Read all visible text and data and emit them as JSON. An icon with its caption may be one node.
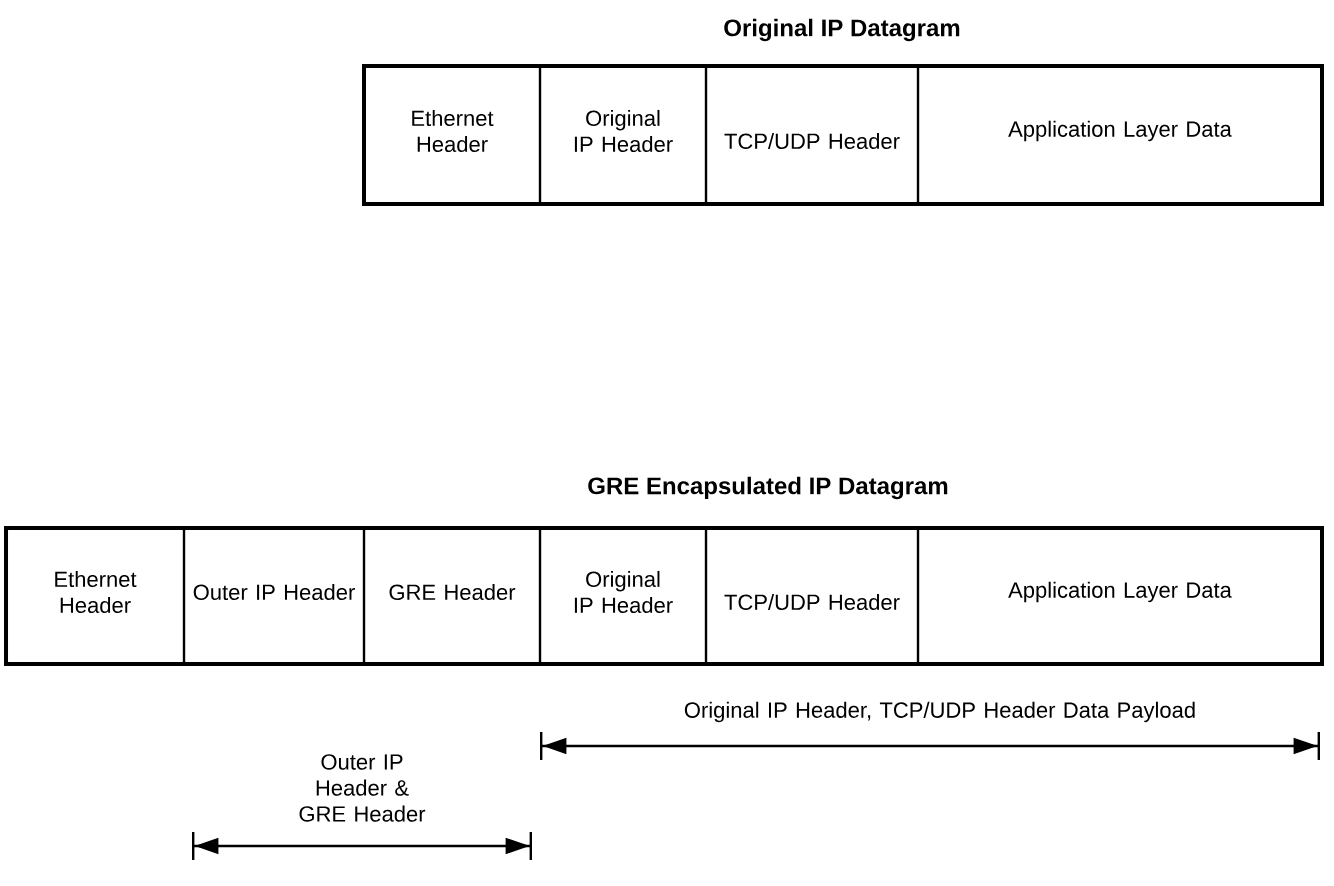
{
  "diagram": {
    "nodes": [
      {
        "text": [
          "Original IP Datagram"
        ]
      },
      {
        "text": [
          "Ethernet Header"
        ],
        "in": 0
      },
      {
        "text": [
          "Original IP Header"
        ],
        "in": 0
      },
      {
        "text": [
          "TCP/UDP Header"
        ],
        "in": 0
      },
      {
        "text": [
          "Application Layer Data"
        ],
        "in": 0
      },
      {
        "text": [
          "GRE Encapsulated IP Datagram"
        ]
      },
      {
        "text": [
          "Ethernet Header"
        ],
        "in": 5
      },
      {
        "text": [
          "Outer IP Header"
        ],
        "in": 5
      },
      {
        "text": [
          "GRE Header"
        ],
        "in": 5
      },
      {
        "text": [
          "Original IP Header"
        ],
        "in": 5
      },
      {
        "text": [
          "TCP/UDP Header"
        ],
        "in": 5
      },
      {
        "text": [
          "Application Layer Data"
        ],
        "in": 5
      }
    ],
    "labels": [
      "Original IP Header, TCP/UDP Header Data Payload",
      "Outer IP Header & GRE Header"
    ]
  }
}
